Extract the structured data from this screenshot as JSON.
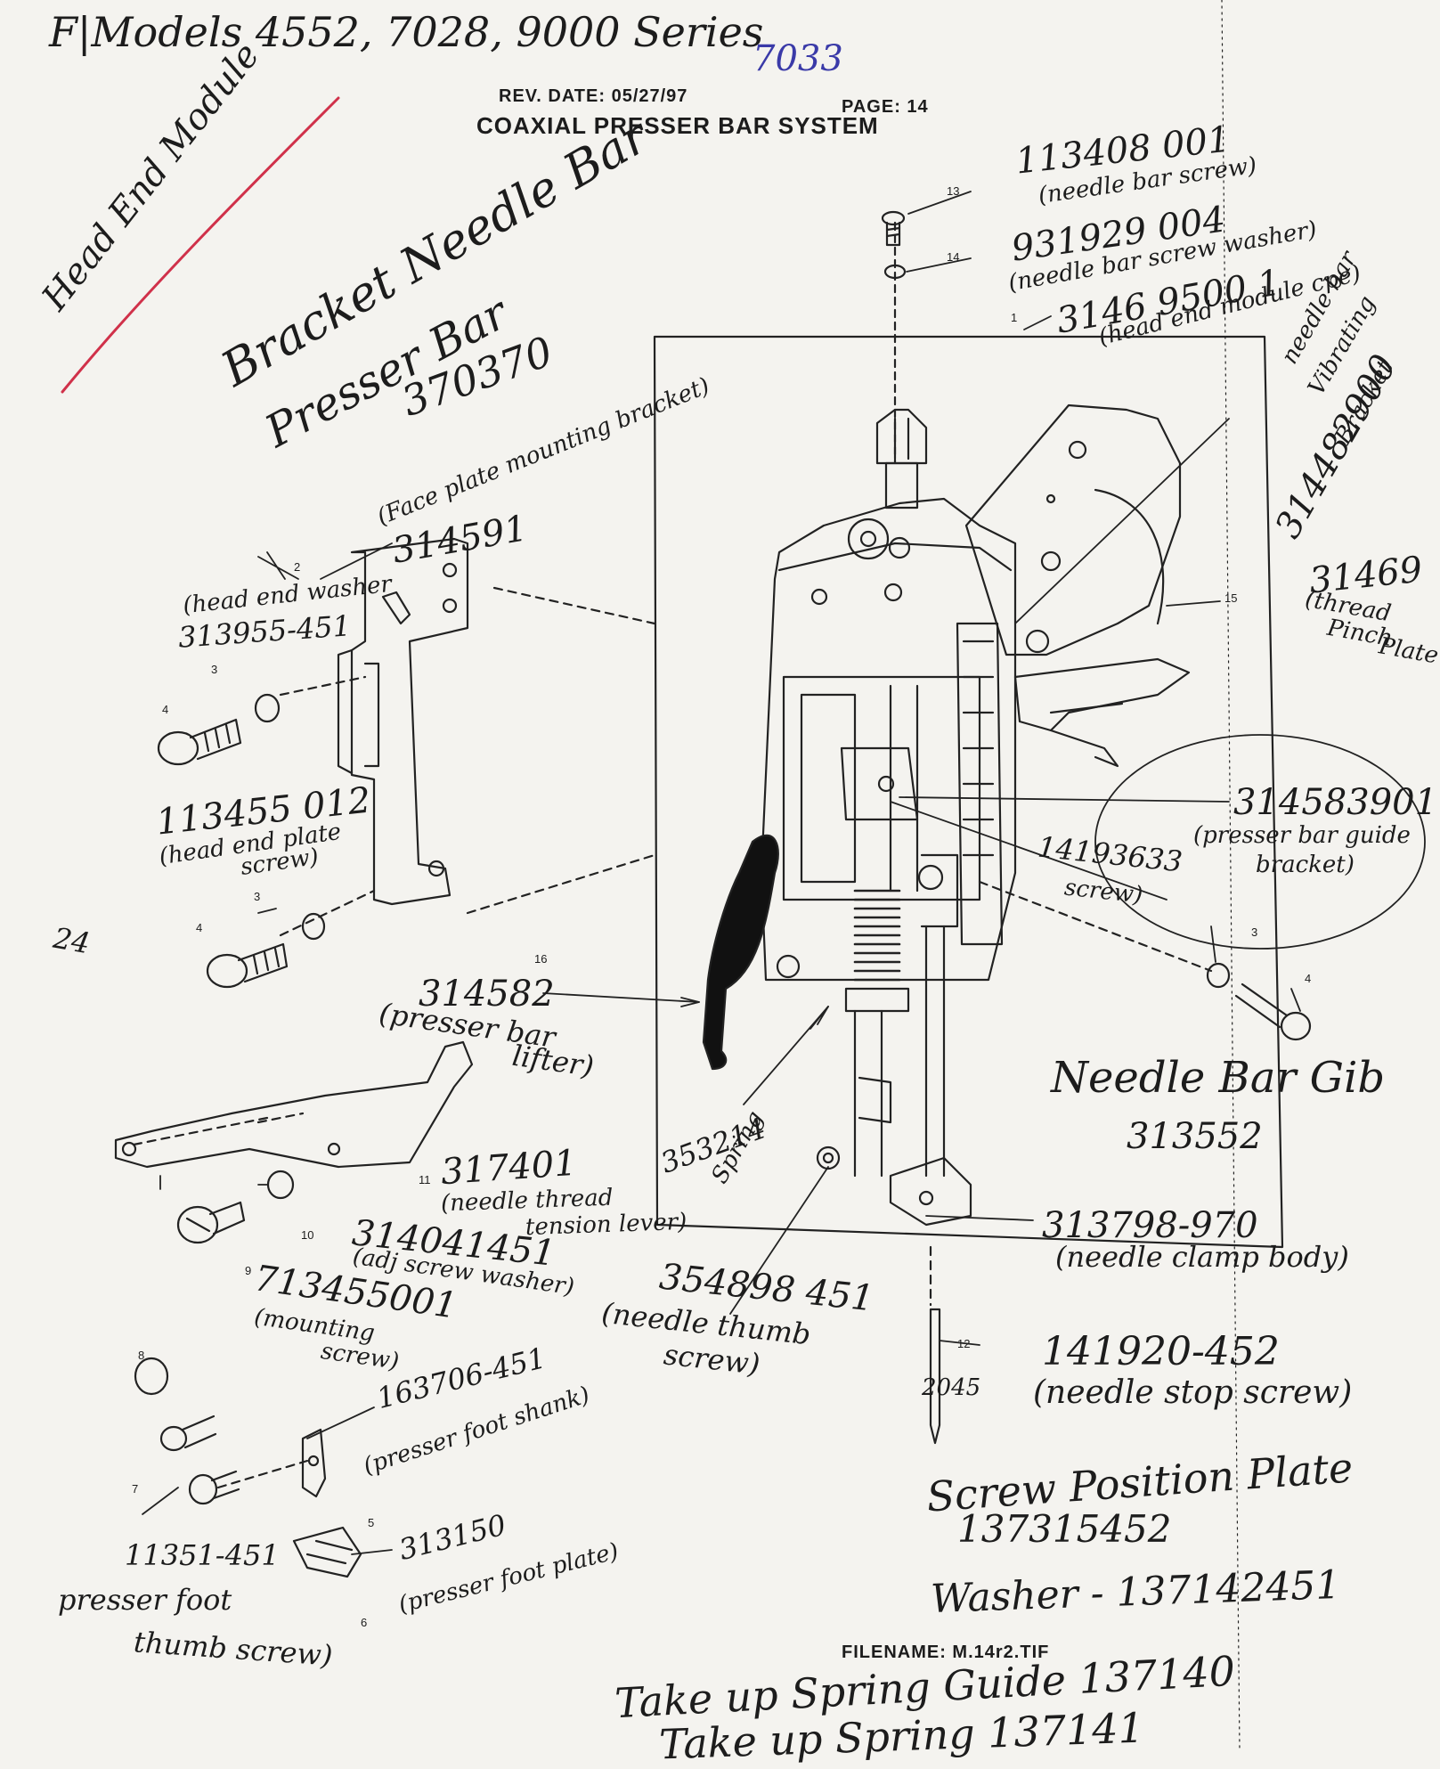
{
  "header": {
    "models": "F|Models 4552, 7028, 9000 Series",
    "model_extra": "7033",
    "rev_date": "REV. DATE: 05/27/97",
    "page": "PAGE: 14",
    "system_title": "COAXIAL PRESSER BAR SYSTEM",
    "module_note": "Head End Module"
  },
  "group_title": {
    "line1": "Bracket Needle Bar",
    "line2": "Presser Bar",
    "line3": "370370"
  },
  "callouts": {
    "c13": "13",
    "c14": "14",
    "c1": "1",
    "c15": "15",
    "c2": "2",
    "c3a": "3",
    "c4a": "4",
    "c3b": "3",
    "c4b": "4",
    "c16": "16",
    "c11": "11",
    "c10": "10",
    "c9": "9",
    "c8": "8",
    "c7": "7",
    "c5": "5",
    "c6": "6",
    "c12": "12",
    "c3c": "3",
    "c4c": "4"
  },
  "labels": {
    "needle_bar_screw_no": "113408 001",
    "needle_bar_screw_name": "(needle bar screw)",
    "needle_bar_washer_no": "931929 004",
    "needle_bar_washer_name": "(needle bar screw washer)",
    "head_end_module_no": "3146 9500 1",
    "head_end_module_name": "(head end module cpe)",
    "needlebar_bracket_l1": "needle bar",
    "needlebar_bracket_l2": "Vibrating",
    "needlebar_bracket_l3": "Bracket",
    "needlebar_bracket_no": "314482900",
    "thread_pinch_no": "31469",
    "thread_pinch_l1": "(thread",
    "thread_pinch_l2": "Pinch",
    "thread_pinch_l3": "Plate",
    "face_plate_name": "(Face plate mounting bracket)",
    "face_plate_no": "314591",
    "head_end_washer_name": "(head end washer",
    "head_end_washer_no": "313955-451",
    "head_end_screw_no": "113455 012",
    "head_end_screw_name1": "(head end plate",
    "head_end_screw_name2": "screw)",
    "side_mark": "24",
    "guide_bracket_no": "314583901",
    "guide_bracket_name1": "(presser bar guide",
    "guide_bracket_name2": "bracket)",
    "guide_screw_no": "14193633",
    "guide_screw_name": "screw)",
    "lifter_no": "314582",
    "lifter_name1": "(presser bar",
    "lifter_name2": "lifter)",
    "spring_no": "353214",
    "spring_name": "Spring",
    "gib_name": "Needle Bar Gib",
    "gib_no": "313552",
    "tension_lever_no": "317401",
    "tension_lever_name1": "(needle thread",
    "tension_lever_name2": "tension lever)",
    "adj_washer_no": "314041451",
    "adj_washer_name": "(adj screw washer)",
    "mounting_screw_no": "713455001",
    "mounting_screw_name1": "(mounting",
    "mounting_screw_name2": "screw)",
    "thumb_screw_no": "354898 451",
    "thumb_screw_name1": "(needle thumb",
    "thumb_screw_name2": "screw)",
    "clamp_body_no": "313798-970",
    "clamp_body_name": "(needle clamp body)",
    "needle_no": "2045",
    "needle_stop_no": "141920-452",
    "needle_stop_name": "(needle stop screw)",
    "foot_shank_no": "163706-451",
    "foot_shank_name": "(presser foot shank)",
    "foot_plate_no": "313150",
    "foot_plate_name": "(presser foot plate)",
    "foot_thumb_no": "11351-451",
    "foot_thumb_name1": "presser foot",
    "foot_thumb_name2": "thumb screw)",
    "position_plate_name": "Screw Position Plate",
    "position_plate_no": "137315452",
    "washer_line": "Washer - 137142451",
    "filename": "FILENAME: M.14r2.TIF",
    "takeup_guide": "Take up Spring Guide 137140",
    "takeup_spring": "Take up Spring 137141"
  }
}
